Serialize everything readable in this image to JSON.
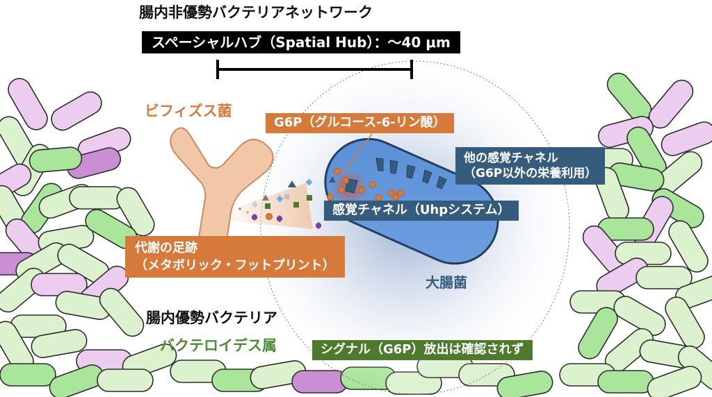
{
  "title": "腸内非優勢バクテリアネットワーク",
  "hub_label": "スペーシャルハブ（Spatial Hub）：～40 μm",
  "bifidobacterium_label": "ビフィズス菌",
  "g6p_label": "G6P（グルコース-6-リン酸）",
  "other_channels_label": {
    "line1": "他の感覚チャネル",
    "line2": "（G6P以外の栄養利用）"
  },
  "sensory_channel_label": "感覚チャネル（Uhpシステム）",
  "metabolic_footprint_label": {
    "line1": "代謝の足跡",
    "line2": "（メタボリック・フットプリント）"
  },
  "ecoli_label": "大腸菌",
  "dominant_bacteria_label": "腸内優勢バクテリア",
  "bacteroides_label": "バクテロイデス属",
  "signal_label": "シグナル（G6P）放出は確認されず",
  "colors": {
    "bifidobacterium": "#f2c7a8",
    "orange_accent": "#d67a3c",
    "ecoli": "#5a8fd6",
    "navy": "#355c7d",
    "green_box": "#4e7a2e",
    "green_text": "#4e8a3a",
    "bacteria_light_green": "#dcf2cf",
    "bacteria_green": "#a9e59a",
    "bacteria_light_purple": "#eccdef",
    "bacteria_purple": "#c98ed3"
  }
}
